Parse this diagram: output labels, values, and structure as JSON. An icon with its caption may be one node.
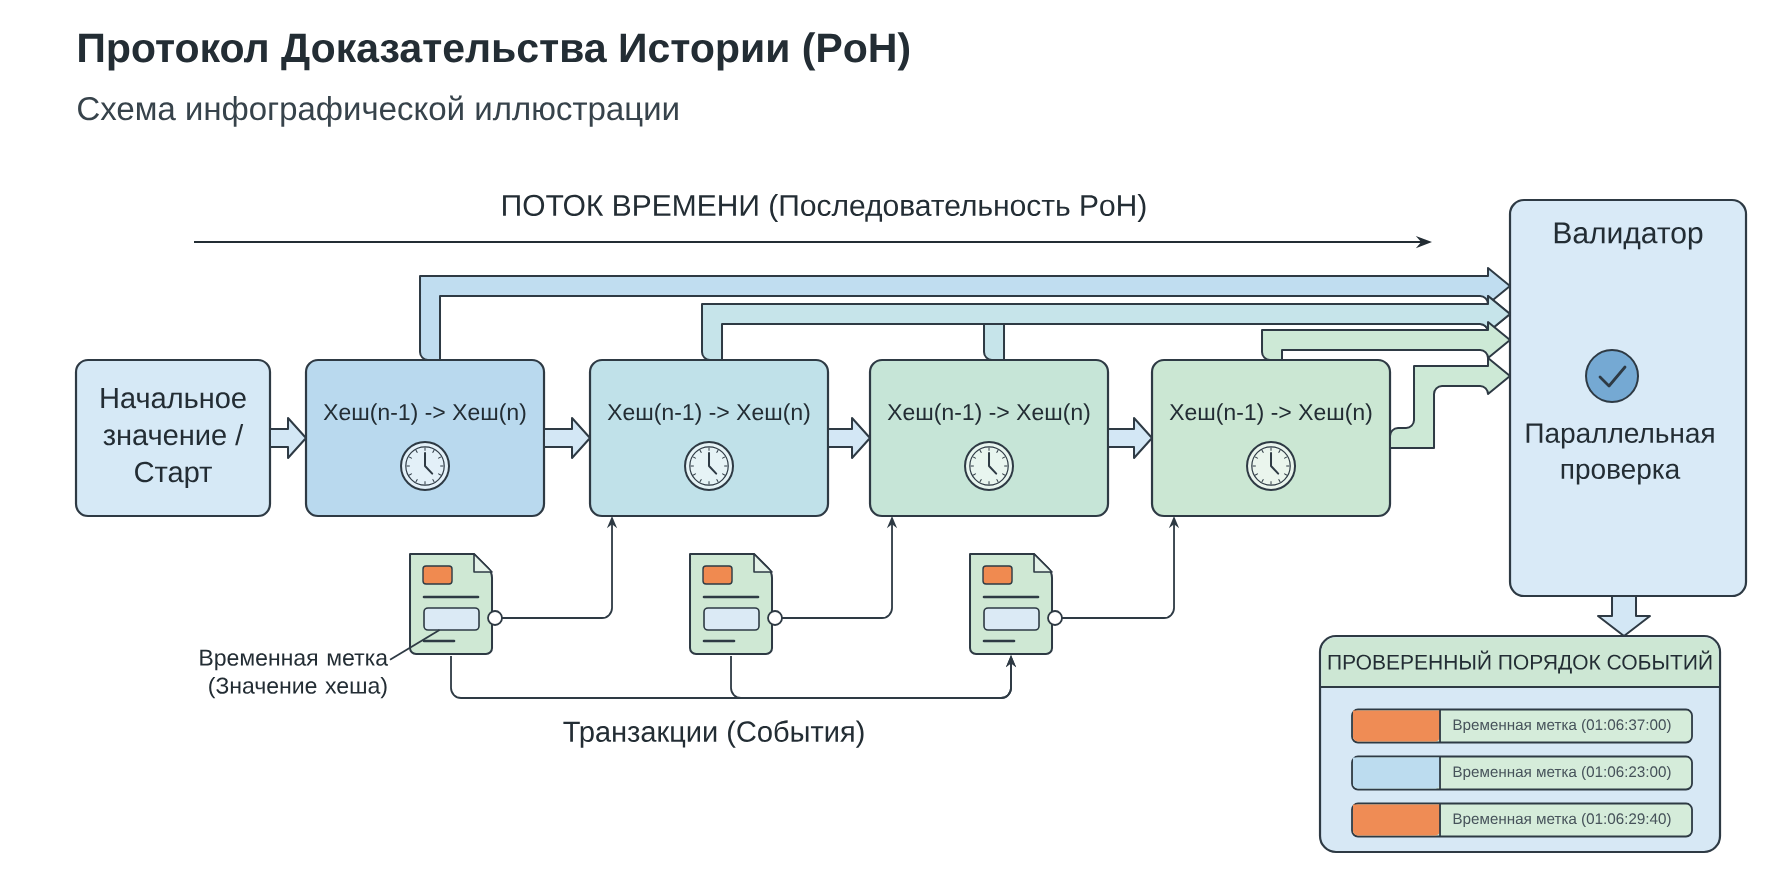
{
  "diagram": {
    "title": "Протокол Доказательства Истории (PoH)",
    "nodes": [
      {
        "text": [
          "Начальное значение / Старт"
        ]
      },
      {
        "text": [
          "Хеш(n-1) -> Хеш(n)"
        ]
      },
      {
        "text": [
          "Хеш(n-1) -> Хеш(n)"
        ]
      },
      {
        "text": [
          "Хеш(n-1) -> Хеш(n)"
        ]
      },
      {
        "text": [
          "Хеш(n-1) -> Хеш(n)"
        ]
      },
      {
        "text": [
          "Валидатор",
          "Параллельная проверка"
        ]
      },
      {
        "text": [
          "ПРОВЕРЕННЫЙ ПОРЯДОК СОБЫТИЙ"
        ]
      },
      {
        "text": [
          "Временная метка (01:06:37:00)"
        ],
        "in": 6
      },
      {
        "text": [
          "Временная метка (01:06:23:00)"
        ],
        "in": 6
      },
      {
        "text": [
          "Временная метка (01:06:29:40)"
        ],
        "in": 6
      },
      {
        "text": [],
        "shape": "document"
      },
      {
        "text": [],
        "shape": "box",
        "in": 10
      },
      {
        "text": [],
        "shape": "document"
      },
      {
        "text": [],
        "shape": "document"
      },
      {
        "text": [
          "Временная метка (Значение хеша)"
        ]
      }
    ],
    "edges": [
      {
        "from": 0,
        "to": 1,
        "arrow": "to",
        "style": "thick"
      },
      {
        "from": 1,
        "to": 2,
        "arrow": "to",
        "style": "thick"
      },
      {
        "from": 2,
        "to": 3,
        "arrow": "to",
        "style": "thick"
      },
      {
        "from": 3,
        "to": 4,
        "arrow": "to",
        "style": "thick"
      },
      {
        "from": 1,
        "to": 5,
        "arrow": "to",
        "style": "thick"
      },
      {
        "from": 2,
        "to": 5,
        "arrow": "to",
        "style": "thick"
      },
      {
        "from": 3,
        "to": 5,
        "arrow": "to",
        "style": "thick"
      },
      {
        "from": 4,
        "to": 5,
        "arrow": "to",
        "style": "thick"
      },
      {
        "from": 4,
        "to": 5,
        "arrow": "to",
        "style": "thick"
      },
      {
        "from": 5,
        "to": 6,
        "arrow": "to",
        "style": "thick"
      },
      {
        "from": 10,
        "to": 2,
        "arrow": "to"
      },
      {
        "from": 12,
        "to": 3,
        "arrow": "to"
      },
      {
        "from": 13,
        "to": 4,
        "arrow": "to"
      },
      {
        "from": 10,
        "to": 13,
        "arrow": "to"
      },
      {
        "from": 12,
        "to": 13,
        "arrow": "to"
      },
      {
        "from": 14,
        "to": 11,
        "arrow": "none"
      }
    ],
    "labels": [
      "Схема инфографической иллюстрации",
      "ПОТОК ВРЕМЕНИ (Последовательность PoH)",
      "Транзакции (События)"
    ]
  }
}
